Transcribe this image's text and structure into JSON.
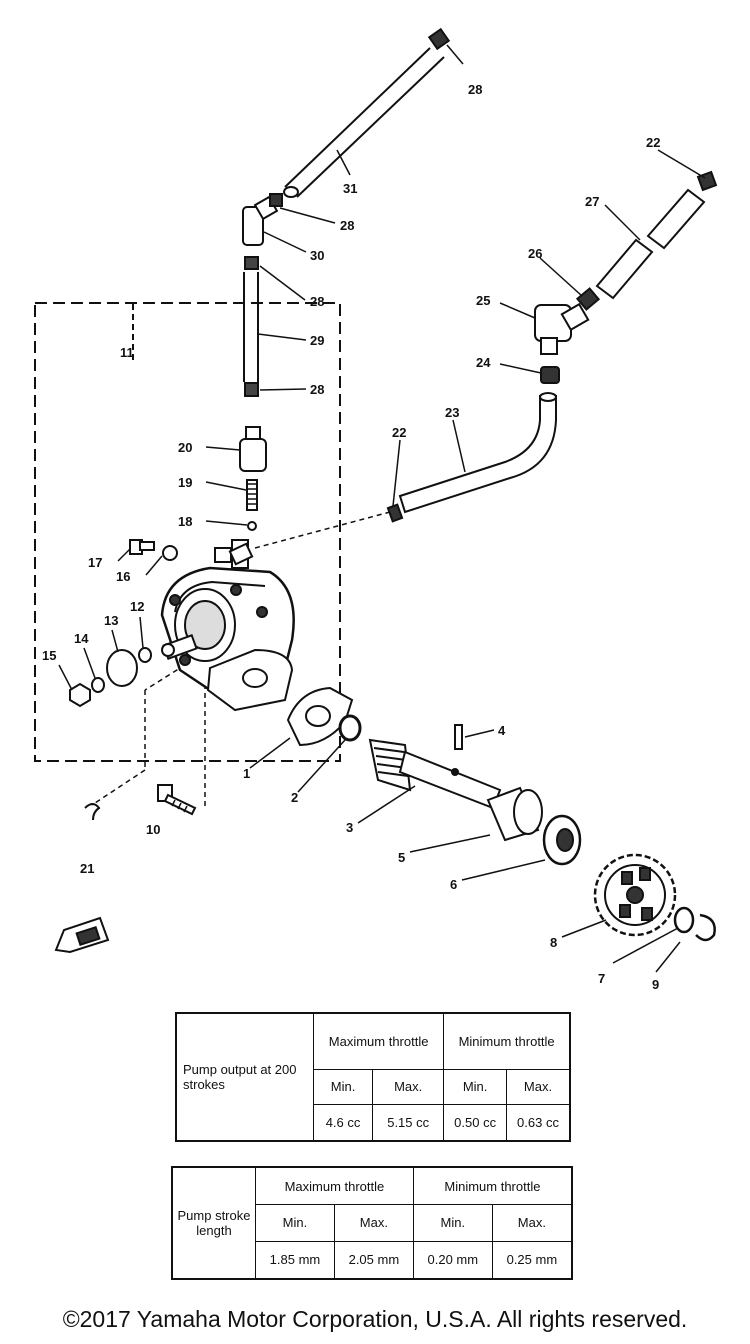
{
  "callouts": {
    "c1": "1",
    "c2": "2",
    "c3": "3",
    "c4": "4",
    "c5": "5",
    "c6": "6",
    "c7": "7",
    "c8": "8",
    "c9": "9",
    "c10": "10",
    "c11": "11",
    "c12": "12",
    "c13": "13",
    "c14": "14",
    "c15": "15",
    "c16": "16",
    "c17": "17",
    "c18": "18",
    "c19": "19",
    "c20": "20",
    "c21": "21",
    "c22a": "22",
    "c22b": "22",
    "c23": "23",
    "c24": "24",
    "c25": "25",
    "c26": "26",
    "c27": "27",
    "c28a": "28",
    "c28b": "28",
    "c28c": "28",
    "c28d": "28",
    "c29": "29",
    "c30": "30",
    "c31": "31"
  },
  "output_table": {
    "row_label": "Pump output at 200 strokes",
    "max_throttle": "Maximum throttle",
    "min_throttle": "Minimum throttle",
    "min": "Min.",
    "max": "Max.",
    "values": [
      "4.6 cc",
      "5.15 cc",
      "0.50 cc",
      "0.63 cc"
    ]
  },
  "stroke_table": {
    "row_label": "Pump stroke length",
    "max_throttle": "Maximum throttle",
    "min_throttle": "Minimum throttle",
    "min": "Min.",
    "max": "Max.",
    "values": [
      "1.85 mm",
      "2.05 mm",
      "0.20 mm",
      "0.25 mm"
    ]
  },
  "copyright": "©2017 Yamaha Motor Corporation, U.S.A. All rights reserved."
}
